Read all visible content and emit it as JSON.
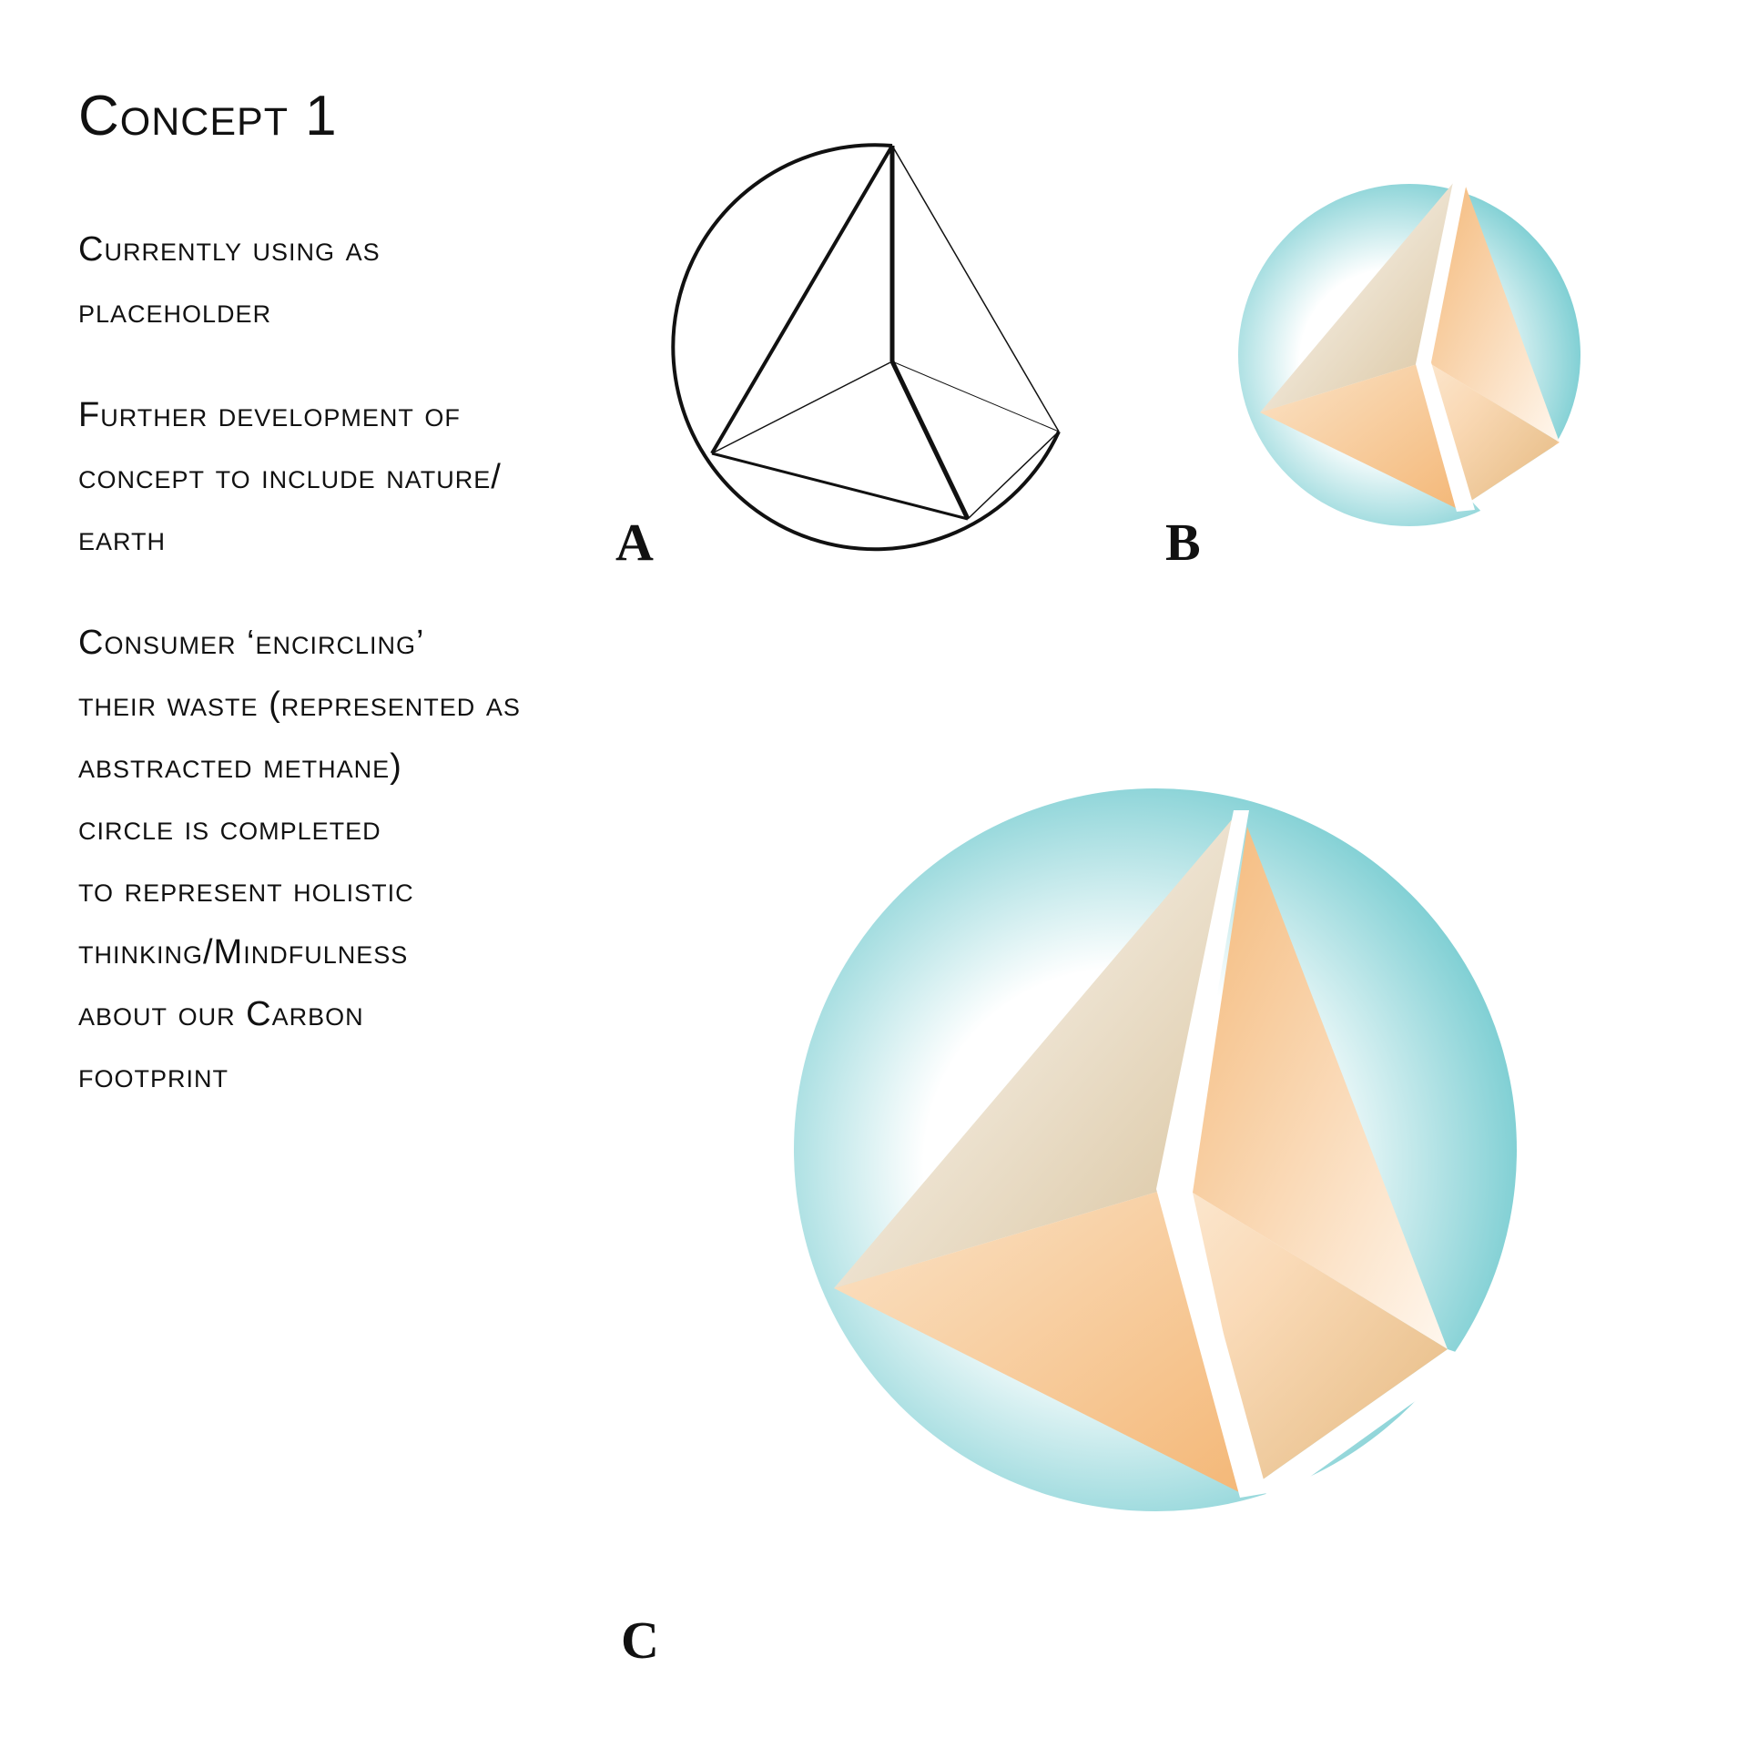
{
  "title": "Concept 1",
  "paragraphs": [
    {
      "lines": [
        "Currently using as",
        "placeholder"
      ]
    },
    {
      "lines": [
        "Further development of",
        "concept to include nature/",
        "earth"
      ]
    },
    {
      "lines": [
        "Consumer ‘encircling’",
        "their waste (represented as",
        "abstracted methane)",
        "circle is completed",
        "to represent holistic",
        "thinking/Mindfulness",
        "about our Carbon",
        "footprint"
      ]
    }
  ],
  "labels": {
    "a": "A",
    "b": "B",
    "c": "C"
  },
  "colors": {
    "teal": "#6cc8cd",
    "orange": "#f4b878",
    "beige": "#e2d3b6",
    "ink": "#111111"
  }
}
